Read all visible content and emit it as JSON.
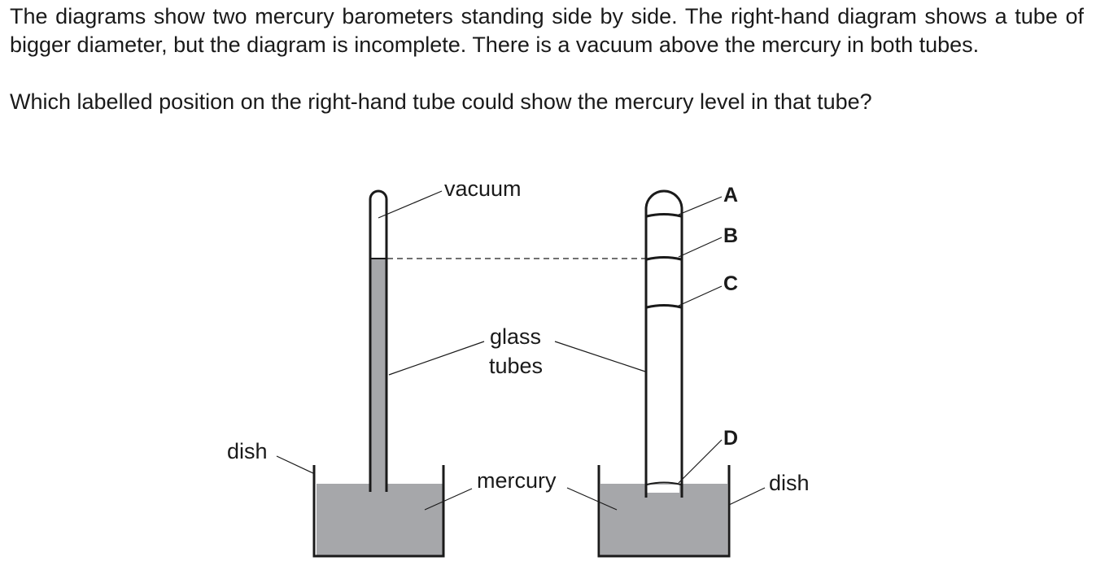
{
  "question": {
    "intro": "The diagrams show two mercury barometers standing side by side. The right-hand diagram shows a tube of bigger diameter, but the diagram is incomplete. There is a vacuum above the mercury in both tubes.",
    "prompt": "Which labelled position on the right-hand tube could show the mercury level in that tube?"
  },
  "diagram": {
    "labels": {
      "vacuum": "vacuum",
      "glass": "glass",
      "tubes": "tubes",
      "dish_left": "dish",
      "dish_right": "dish",
      "mercury": "mercury"
    },
    "positions": [
      "A",
      "B",
      "C",
      "D"
    ],
    "colors": {
      "mercury": "#a6a7aa",
      "line": "#1a1a1a"
    }
  }
}
